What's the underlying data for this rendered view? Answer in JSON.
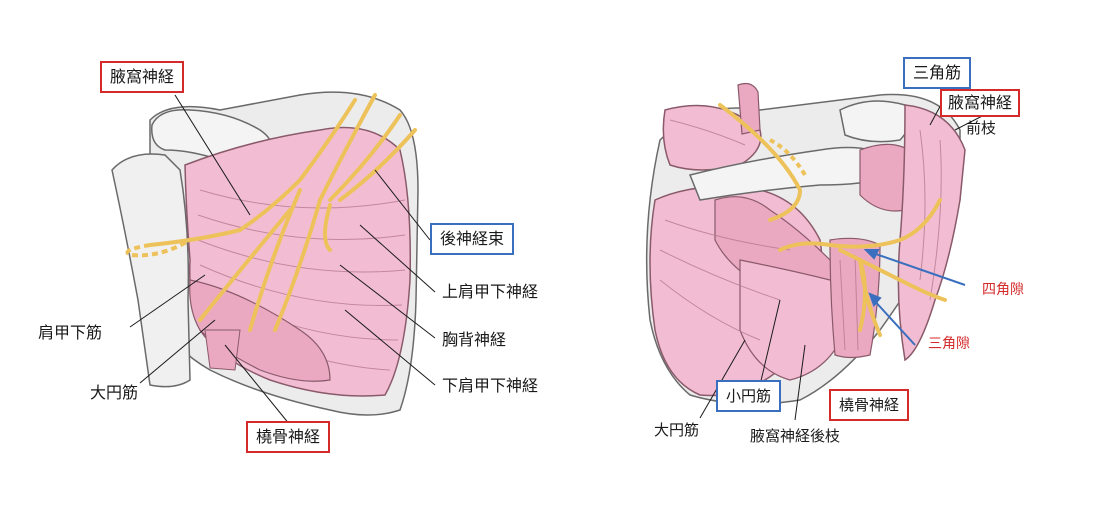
{
  "left_panel": {
    "axillary_nerve": "腋窩神経",
    "posterior_cord": "後神経束",
    "upper_subscapular_nerve": "上肩甲下神経",
    "thoracodorsal_nerve": "胸背神経",
    "lower_subscapular_nerve": "下肩甲下神経",
    "radial_nerve": "橈骨神経",
    "subscapularis": "肩甲下筋",
    "teres_major": "大円筋"
  },
  "right_panel": {
    "deltoid": "三角筋",
    "axillary_nerve": "腋窩神経",
    "anterior_branch": "前枝",
    "quadrangular_space": "四角隙",
    "triangular_space": "三角隙",
    "teres_minor": "小円筋",
    "radial_nerve": "橈骨神経",
    "teres_major": "大円筋",
    "posterior_branch": "腋窩神経後枝"
  },
  "colors": {
    "muscle": "#f2bdd2",
    "muscle_stroke": "#8a5a6a",
    "bone": "#eeeeee",
    "nerve": "#eec25a",
    "highlight_red": "#d42a2a",
    "highlight_blue": "#3a6fbf"
  }
}
